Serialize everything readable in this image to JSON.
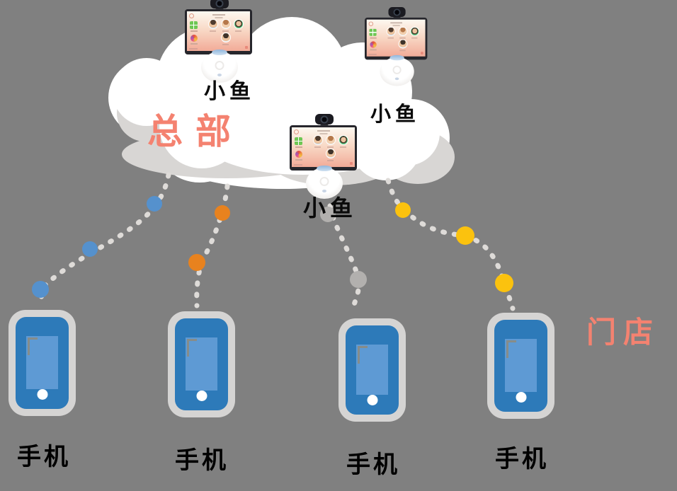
{
  "scene": {
    "background_color": "#808080",
    "cloud_color": "#ffffff",
    "cloud_shadow_color": "#d8d6d4",
    "accent_color": "#f48270",
    "line_color": "#dedbd8"
  },
  "headquarters": {
    "label": "总部"
  },
  "store": {
    "label": "门店"
  },
  "devices": [
    {
      "label": "小鱼"
    },
    {
      "label": "小鱼"
    },
    {
      "label": "小鱼"
    }
  ],
  "phones": [
    {
      "label": "手机"
    },
    {
      "label": "手机"
    },
    {
      "label": "手机"
    },
    {
      "label": "手机"
    }
  ],
  "connections": [
    {
      "name": "cloud-to-phone-1",
      "dot_color": "#5591cd",
      "dot_count": 3
    },
    {
      "name": "cloud-to-phone-2",
      "dot_color": "#e8821e",
      "dot_count": 2
    },
    {
      "name": "device-3-to-phone-3",
      "dot_color": "#b2b0ae",
      "dot_count": 2
    },
    {
      "name": "cloud-to-phone-4",
      "dot_color": "#fbc20e",
      "dot_count": 3
    }
  ]
}
